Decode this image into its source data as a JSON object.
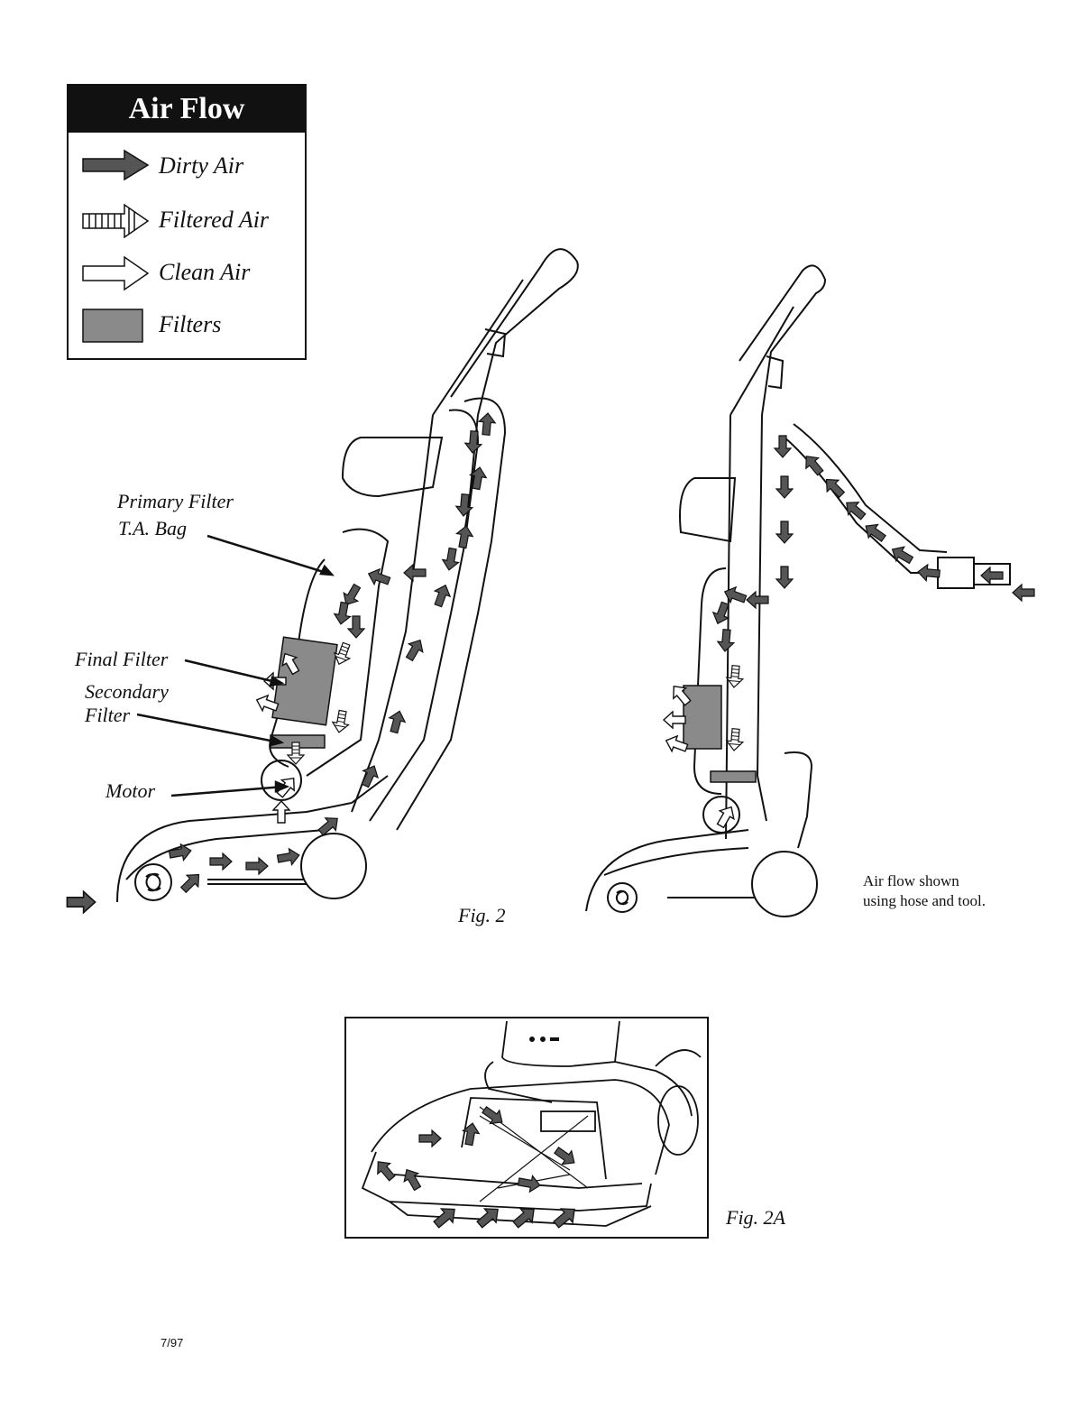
{
  "legend": {
    "title": "Air Flow",
    "items": [
      {
        "label": "Dirty Air",
        "icon": "dirty-air-arrow-icon"
      },
      {
        "label": "Filtered Air",
        "icon": "filtered-air-arrow-icon"
      },
      {
        "label": "Clean Air",
        "icon": "clean-air-arrow-icon"
      },
      {
        "label": "Filters",
        "icon": "filter-swatch-icon"
      }
    ]
  },
  "labels": {
    "primary_filter": "Primary Filter",
    "ta_bag": "T.A. Bag",
    "final_filter": "Final Filter",
    "secondary": "Secondary",
    "filter": "Filter",
    "motor": "Motor",
    "fig2": "Fig. 2",
    "hose_note_1": "Air flow shown",
    "hose_note_2": "using hose and tool.",
    "fig2a": "Fig. 2A",
    "date_code": "7/97"
  },
  "colors": {
    "dirty": "#555555",
    "filter": "#8a8a8a",
    "line": "#111111"
  }
}
